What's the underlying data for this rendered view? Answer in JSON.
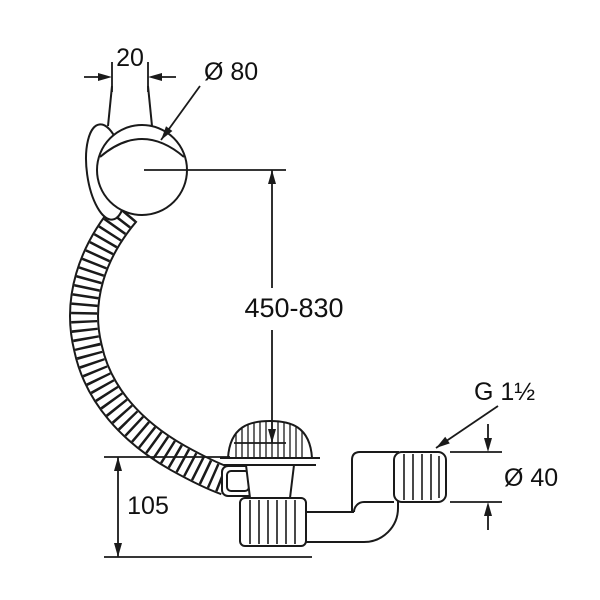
{
  "colors": {
    "line": "#1a1a1a",
    "background": "#ffffff"
  },
  "dimensions": {
    "stem_width": "20",
    "knob_diameter": "Ø 80",
    "adjust_range": "450-830",
    "thread_size": "G 1½",
    "pipe_diameter": "Ø 40",
    "outlet_height": "105"
  }
}
